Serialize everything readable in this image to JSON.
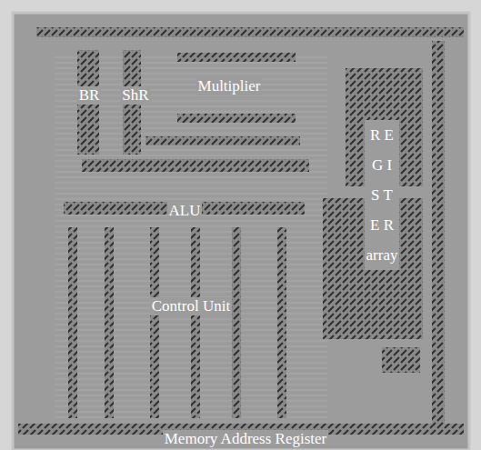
{
  "diagram": {
    "labels": [
      "BR",
      "ShR",
      "Multiplier",
      "R E G I S T E R array",
      "ALU",
      "Control Unit",
      "Memory Address Register"
    ]
  }
}
